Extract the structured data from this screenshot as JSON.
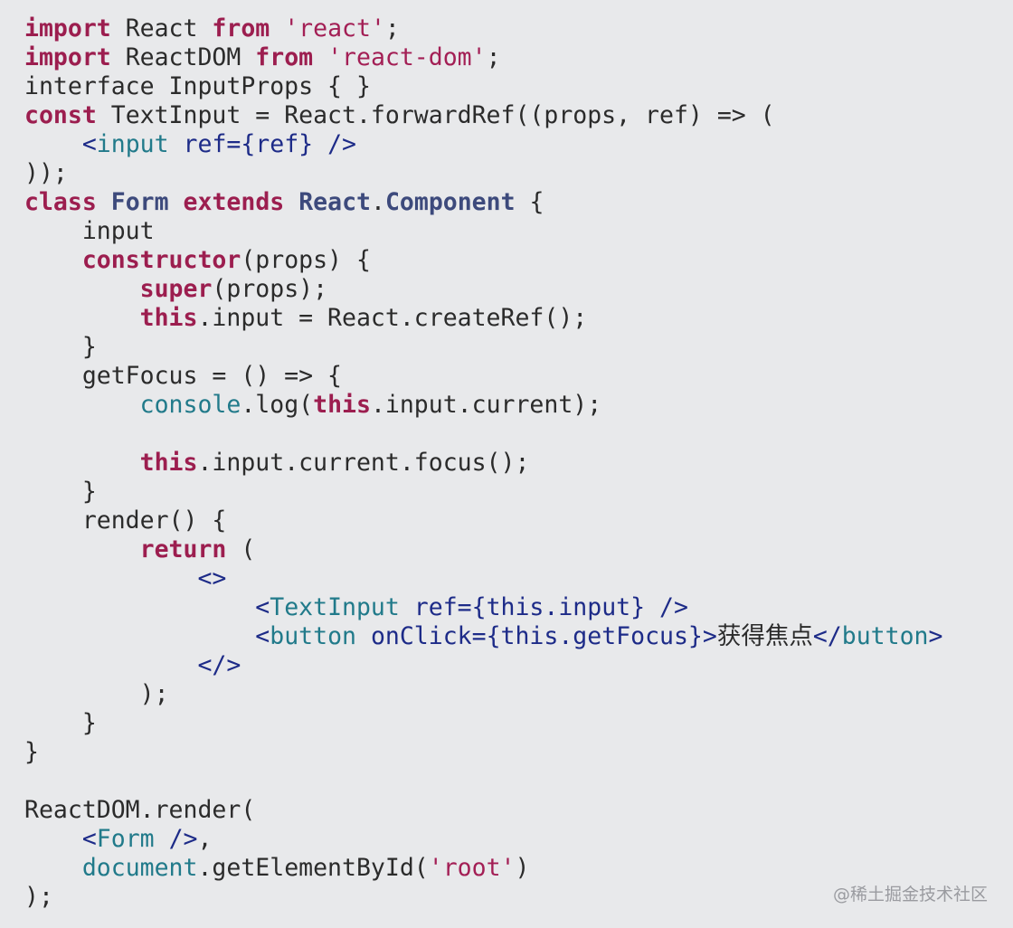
{
  "code": {
    "lines": [
      [
        {
          "t": "import",
          "k": "kw"
        },
        {
          "t": " React ",
          "k": "plain"
        },
        {
          "t": "from",
          "k": "kw"
        },
        {
          "t": " ",
          "k": "plain"
        },
        {
          "t": "'react'",
          "k": "str"
        },
        {
          "t": ";",
          "k": "plain"
        }
      ],
      [
        {
          "t": "import",
          "k": "kw"
        },
        {
          "t": " ReactDOM ",
          "k": "plain"
        },
        {
          "t": "from",
          "k": "kw"
        },
        {
          "t": " ",
          "k": "plain"
        },
        {
          "t": "'react-dom'",
          "k": "str"
        },
        {
          "t": ";",
          "k": "plain"
        }
      ],
      [
        {
          "t": "interface InputProps { }",
          "k": "plain"
        }
      ],
      [
        {
          "t": "const",
          "k": "kw"
        },
        {
          "t": " TextInput = React.forwardRef((props, ref) => (",
          "k": "plain"
        }
      ],
      [
        {
          "t": "    ",
          "k": "plain"
        },
        {
          "t": "<",
          "k": "tag"
        },
        {
          "t": "input",
          "k": "tagname"
        },
        {
          "t": " ref={ref} />",
          "k": "attr"
        }
      ],
      [
        {
          "t": "));",
          "k": "plain"
        }
      ],
      [
        {
          "t": "class",
          "k": "kw"
        },
        {
          "t": " ",
          "k": "plain"
        },
        {
          "t": "Form",
          "k": "cls"
        },
        {
          "t": " ",
          "k": "plain"
        },
        {
          "t": "extends",
          "k": "kw"
        },
        {
          "t": " ",
          "k": "plain"
        },
        {
          "t": "React",
          "k": "cls"
        },
        {
          "t": ".",
          "k": "plain"
        },
        {
          "t": "Component",
          "k": "cls"
        },
        {
          "t": " {",
          "k": "plain"
        }
      ],
      [
        {
          "t": "    input",
          "k": "plain"
        }
      ],
      [
        {
          "t": "    ",
          "k": "plain"
        },
        {
          "t": "constructor",
          "k": "kw"
        },
        {
          "t": "(props) {",
          "k": "plain"
        }
      ],
      [
        {
          "t": "        ",
          "k": "plain"
        },
        {
          "t": "super",
          "k": "kw"
        },
        {
          "t": "(props);",
          "k": "plain"
        }
      ],
      [
        {
          "t": "        ",
          "k": "plain"
        },
        {
          "t": "this",
          "k": "kw"
        },
        {
          "t": ".input = React.createRef();",
          "k": "plain"
        }
      ],
      [
        {
          "t": "    }",
          "k": "plain"
        }
      ],
      [
        {
          "t": "    getFocus = () => {",
          "k": "plain"
        }
      ],
      [
        {
          "t": "        ",
          "k": "plain"
        },
        {
          "t": "console",
          "k": "builtin"
        },
        {
          "t": ".log(",
          "k": "plain"
        },
        {
          "t": "this",
          "k": "kw"
        },
        {
          "t": ".input.current);",
          "k": "plain"
        }
      ],
      [],
      [
        {
          "t": "        ",
          "k": "plain"
        },
        {
          "t": "this",
          "k": "kw"
        },
        {
          "t": ".input.current.focus();",
          "k": "plain"
        }
      ],
      [
        {
          "t": "    }",
          "k": "plain"
        }
      ],
      [
        {
          "t": "    render() {",
          "k": "plain"
        }
      ],
      [
        {
          "t": "        ",
          "k": "plain"
        },
        {
          "t": "return",
          "k": "kw"
        },
        {
          "t": " (",
          "k": "plain"
        }
      ],
      [
        {
          "t": "            ",
          "k": "plain"
        },
        {
          "t": "<>",
          "k": "tag"
        }
      ],
      [
        {
          "t": "                ",
          "k": "plain"
        },
        {
          "t": "<",
          "k": "tag"
        },
        {
          "t": "TextInput",
          "k": "tagname"
        },
        {
          "t": " ref={this.input} />",
          "k": "attr"
        }
      ],
      [
        {
          "t": "                ",
          "k": "plain"
        },
        {
          "t": "<",
          "k": "tag"
        },
        {
          "t": "button",
          "k": "tagname"
        },
        {
          "t": " onClick={this.getFocus}>",
          "k": "attr"
        },
        {
          "t": "获得焦点",
          "k": "cjk"
        },
        {
          "t": "</",
          "k": "tag"
        },
        {
          "t": "button",
          "k": "tagname"
        },
        {
          "t": ">",
          "k": "tag"
        }
      ],
      [
        {
          "t": "            ",
          "k": "plain"
        },
        {
          "t": "</>",
          "k": "tag"
        }
      ],
      [
        {
          "t": "        );",
          "k": "plain"
        }
      ],
      [
        {
          "t": "    }",
          "k": "plain"
        }
      ],
      [
        {
          "t": "}",
          "k": "plain"
        }
      ],
      [],
      [
        {
          "t": "ReactDOM.render(",
          "k": "plain"
        }
      ],
      [
        {
          "t": "    ",
          "k": "plain"
        },
        {
          "t": "<",
          "k": "tag"
        },
        {
          "t": "Form",
          "k": "tagname"
        },
        {
          "t": " />",
          "k": "tag"
        },
        {
          "t": ",",
          "k": "plain"
        }
      ],
      [
        {
          "t": "    ",
          "k": "plain"
        },
        {
          "t": "document",
          "k": "builtin"
        },
        {
          "t": ".getElementById(",
          "k": "plain"
        },
        {
          "t": "'root'",
          "k": "str"
        },
        {
          "t": ")",
          "k": "plain"
        }
      ],
      [
        {
          "t": ");",
          "k": "plain"
        }
      ]
    ]
  },
  "watermark": {
    "text": "@稀土掘金技术社区"
  },
  "colors": {
    "background": "#e8e9eb",
    "plain": "#2b2b2b",
    "keyword": "#9c1e4f",
    "class_name": "#3d4a7c",
    "string": "#a31f55",
    "jsx_tag": "#1d2b88",
    "tag_name": "#217a8a",
    "builtin": "#217a8a"
  }
}
